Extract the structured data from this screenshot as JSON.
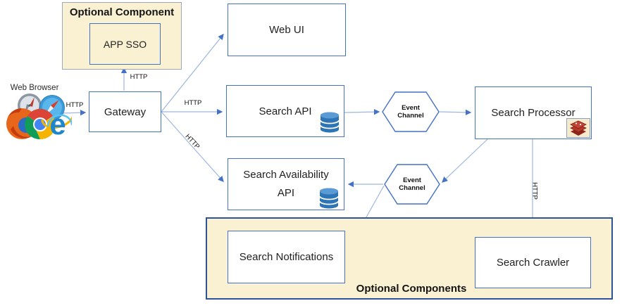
{
  "colors": {
    "node_border_blue": "#4472C4",
    "connector_line_blue": "#9DB7DE",
    "arrowhead_blue": "#4472C4",
    "optional_fill_cream": "#FAF0D2",
    "optional_component_border_gray": "#9AA7BC",
    "optional_components_border_navy": "#2F5496",
    "database_icon_blue": "#2E75B6",
    "redis_icon_red": "#B03A2E",
    "text_color": "#1F1F1F"
  },
  "containers": {
    "optional_component": {
      "label": "Optional Component"
    },
    "optional_components": {
      "label": "Optional Components"
    }
  },
  "nodes": {
    "web_browser": {
      "label": "Web Browser"
    },
    "app_sso": {
      "label": "APP SSO"
    },
    "gateway": {
      "label": "Gateway"
    },
    "web_ui": {
      "label": "Web UI"
    },
    "search_api": {
      "label": "Search API"
    },
    "search_processor": {
      "label": "Search Processor"
    },
    "search_availability_api": {
      "line1": "Search Availability",
      "line2": "API"
    },
    "search_notifications": {
      "label": "Search Notifications"
    },
    "search_crawler": {
      "label": "Search Crawler"
    },
    "event_channel_top": {
      "line1": "Event",
      "line2": "Channel"
    },
    "event_channel_bottom": {
      "line1": "Event",
      "line2": "Channel"
    }
  },
  "edge_labels": {
    "browser_to_gateway": "HTTP",
    "gateway_to_app_sso": "HTTP",
    "gateway_to_search_api": "HTTP",
    "gateway_to_search_availability_api": "HTTP",
    "search_processor_to_search_crawler": "HTTP"
  },
  "icons": {
    "search_api_database": "database-cylinder-icon",
    "search_availability_database": "database-cylinder-icon",
    "search_processor_cache": "redis-cache-icon",
    "browser_icons": [
      "safari-compass-gray",
      "safari-blue",
      "firefox",
      "chrome",
      "internet-explorer"
    ]
  }
}
